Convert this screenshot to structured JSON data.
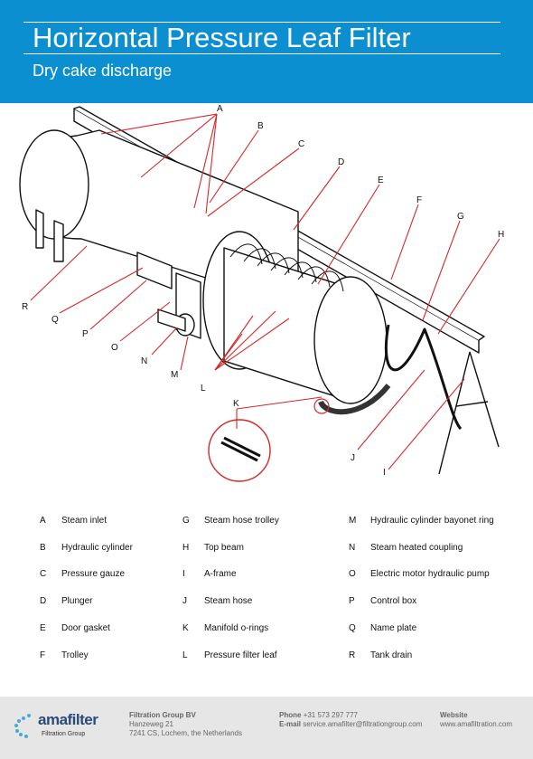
{
  "header": {
    "title": "Horizontal Pressure Leaf Filter",
    "subtitle": "Dry cake discharge"
  },
  "diagram": {
    "callouts": [
      "A",
      "B",
      "C",
      "D",
      "E",
      "F",
      "G",
      "H",
      "K",
      "L",
      "M",
      "N",
      "O",
      "P",
      "Q",
      "R",
      "J",
      "I"
    ]
  },
  "legend": {
    "columns": [
      [
        {
          "letter": "A",
          "text": "Steam inlet"
        },
        {
          "letter": "B",
          "text": "Hydraulic cylinder"
        },
        {
          "letter": "C",
          "text": "Pressure gauze"
        },
        {
          "letter": "D",
          "text": "Plunger"
        },
        {
          "letter": "E",
          "text": "Door gasket"
        },
        {
          "letter": "F",
          "text": "Trolley"
        }
      ],
      [
        {
          "letter": "G",
          "text": "Steam hose trolley"
        },
        {
          "letter": "H",
          "text": "Top beam"
        },
        {
          "letter": "I",
          "text": "A-frame"
        },
        {
          "letter": "J",
          "text": "Steam hose"
        },
        {
          "letter": "K",
          "text": "Manifold  o-rings"
        },
        {
          "letter": "L",
          "text": "Pressure filter leaf"
        }
      ],
      [
        {
          "letter": "M",
          "text": "Hydraulic cylinder bayonet ring"
        },
        {
          "letter": "N",
          "text": "Steam heated coupling"
        },
        {
          "letter": "O",
          "text": "Electric motor hydraulic pump"
        },
        {
          "letter": "P",
          "text": "Control box"
        },
        {
          "letter": "Q",
          "text": "Name plate"
        },
        {
          "letter": "R",
          "text": "Tank drain"
        }
      ]
    ]
  },
  "footer": {
    "brand": "amafilter",
    "brand_sub": "Filtration Group",
    "company": "Filtration Group BV",
    "address1": "Hanzeweg  21",
    "address2": "7241 CS, Lochem, the Netherlands",
    "phone_label": "Phone",
    "phone": "+31 573 297 777",
    "email_label": "E-mail",
    "email": "service.amafilter@filtrationgroup.com",
    "website_label": "Website",
    "website": "www.amafiltration.com"
  },
  "colors": {
    "header_bg": "#0b8fd1",
    "callout_line": "#d62828",
    "footer_bg": "#e6e6e6"
  }
}
